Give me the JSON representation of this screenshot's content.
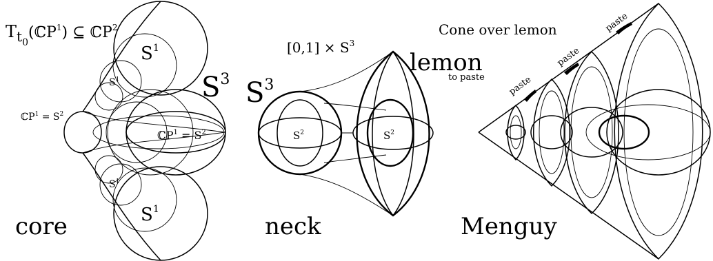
{
  "core": {
    "tangent_label": "T",
    "tangent_sub": "t",
    "tangent_sub2": "0",
    "tangent_arg": "(ℂP",
    "tangent_arg_sup": "1",
    "tangent_rest": ") ⊆ ℂP",
    "tangent_rest_sup": "2",
    "top_sphere": "S",
    "top_sphere_sup": "1",
    "small_top_sphere": "S",
    "small_top_sphere_sup": "1",
    "left_label": "ℂP",
    "left_label_sup": "1",
    "left_label_rest": " = S",
    "left_label_rest_sup": "2",
    "center_label": "ℂP",
    "center_label_sup": "1",
    "center_label_rest": " = S",
    "center_label_rest_sup": "2",
    "small_bottom_sphere": "S",
    "small_bottom_sphere_sup": "1",
    "bottom_sphere": "S",
    "bottom_sphere_sup": "1",
    "s3_big": "S",
    "s3_big_sup": "3",
    "caption": "core"
  },
  "neck": {
    "interval_label": "[0,1] × S",
    "interval_sup": "3",
    "s3_label": "S",
    "s3_sup": "3",
    "left_sphere": "S",
    "left_sphere_sup": "2",
    "right_sphere": "S",
    "right_sphere_sup": "2",
    "lemon": "lemon",
    "to_paste": "to paste",
    "caption": "neck"
  },
  "menguy": {
    "title": "Cone over lemon",
    "paste_1": "paste",
    "paste_2": "paste",
    "paste_3": "paste",
    "caption": "Menguy"
  }
}
